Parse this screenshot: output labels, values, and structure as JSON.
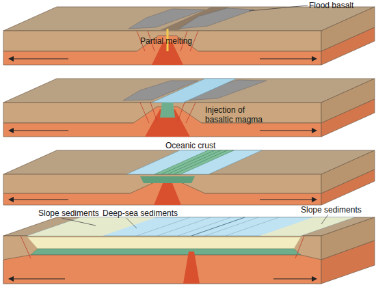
{
  "diagram": {
    "labels": [
      "Flood basalt",
      "Partial melting",
      "Injection of basaltic magma",
      "Oceanic crust",
      "Slope sediments",
      "Deep-sea sediments",
      "Slope sediments"
    ]
  }
}
